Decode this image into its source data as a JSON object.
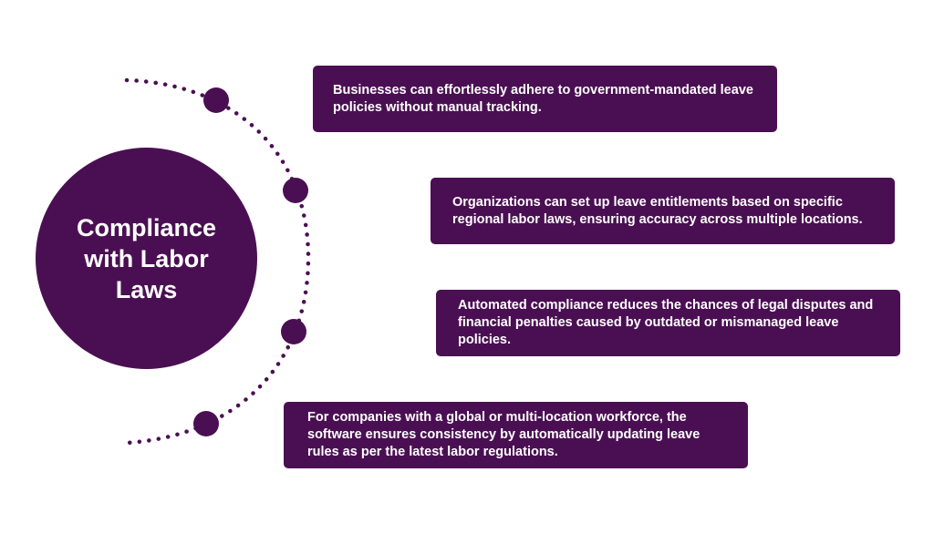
{
  "colors": {
    "primary": "#4a0f52",
    "text_on_primary": "#ffffff",
    "background": "#ffffff"
  },
  "hub": {
    "title": "Compliance with Labor Laws"
  },
  "points": [
    {
      "text": "Businesses can effortlessly adhere to government-mandated leave policies without manual tracking."
    },
    {
      "text": "Organizations can set up leave entitlements based on specific regional labor laws, ensuring accuracy across multiple locations."
    },
    {
      "text": "Automated compliance reduces the chances of legal disputes and financial penalties caused by outdated or mismanaged leave policies."
    },
    {
      "text": "For companies with a global or multi-location workforce, the software ensures consistency by automatically updating leave rules as per the latest labor regulations."
    }
  ]
}
